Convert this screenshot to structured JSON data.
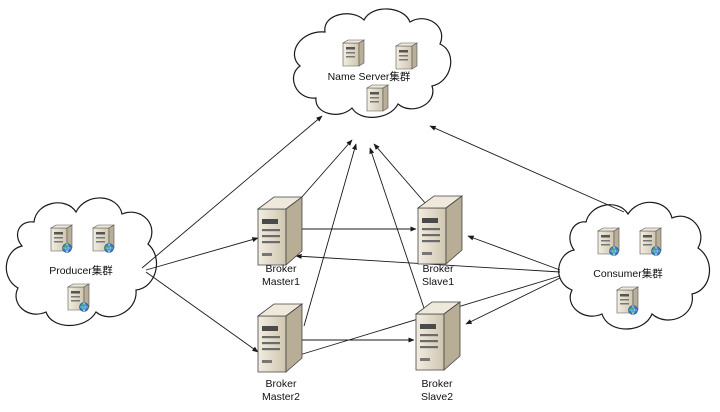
{
  "clusters": {
    "nameserver": {
      "label": "Name Server集群"
    },
    "producer": {
      "label": "Producer集群"
    },
    "consumer": {
      "label": "Consumer集群"
    }
  },
  "brokers": {
    "master1": {
      "line1": "Broker",
      "line2": "Master1"
    },
    "slave1": {
      "line1": "Broker",
      "line2": "Slave1"
    },
    "master2": {
      "line1": "Broker",
      "line2": "Master2"
    },
    "slave2": {
      "line1": "Broker",
      "line2": "Slave2"
    }
  },
  "colors": {
    "line": "#1a1a1a",
    "server_body": "#e3dccb",
    "server_side": "#b9ae97",
    "globe": "#2f7fc1"
  }
}
